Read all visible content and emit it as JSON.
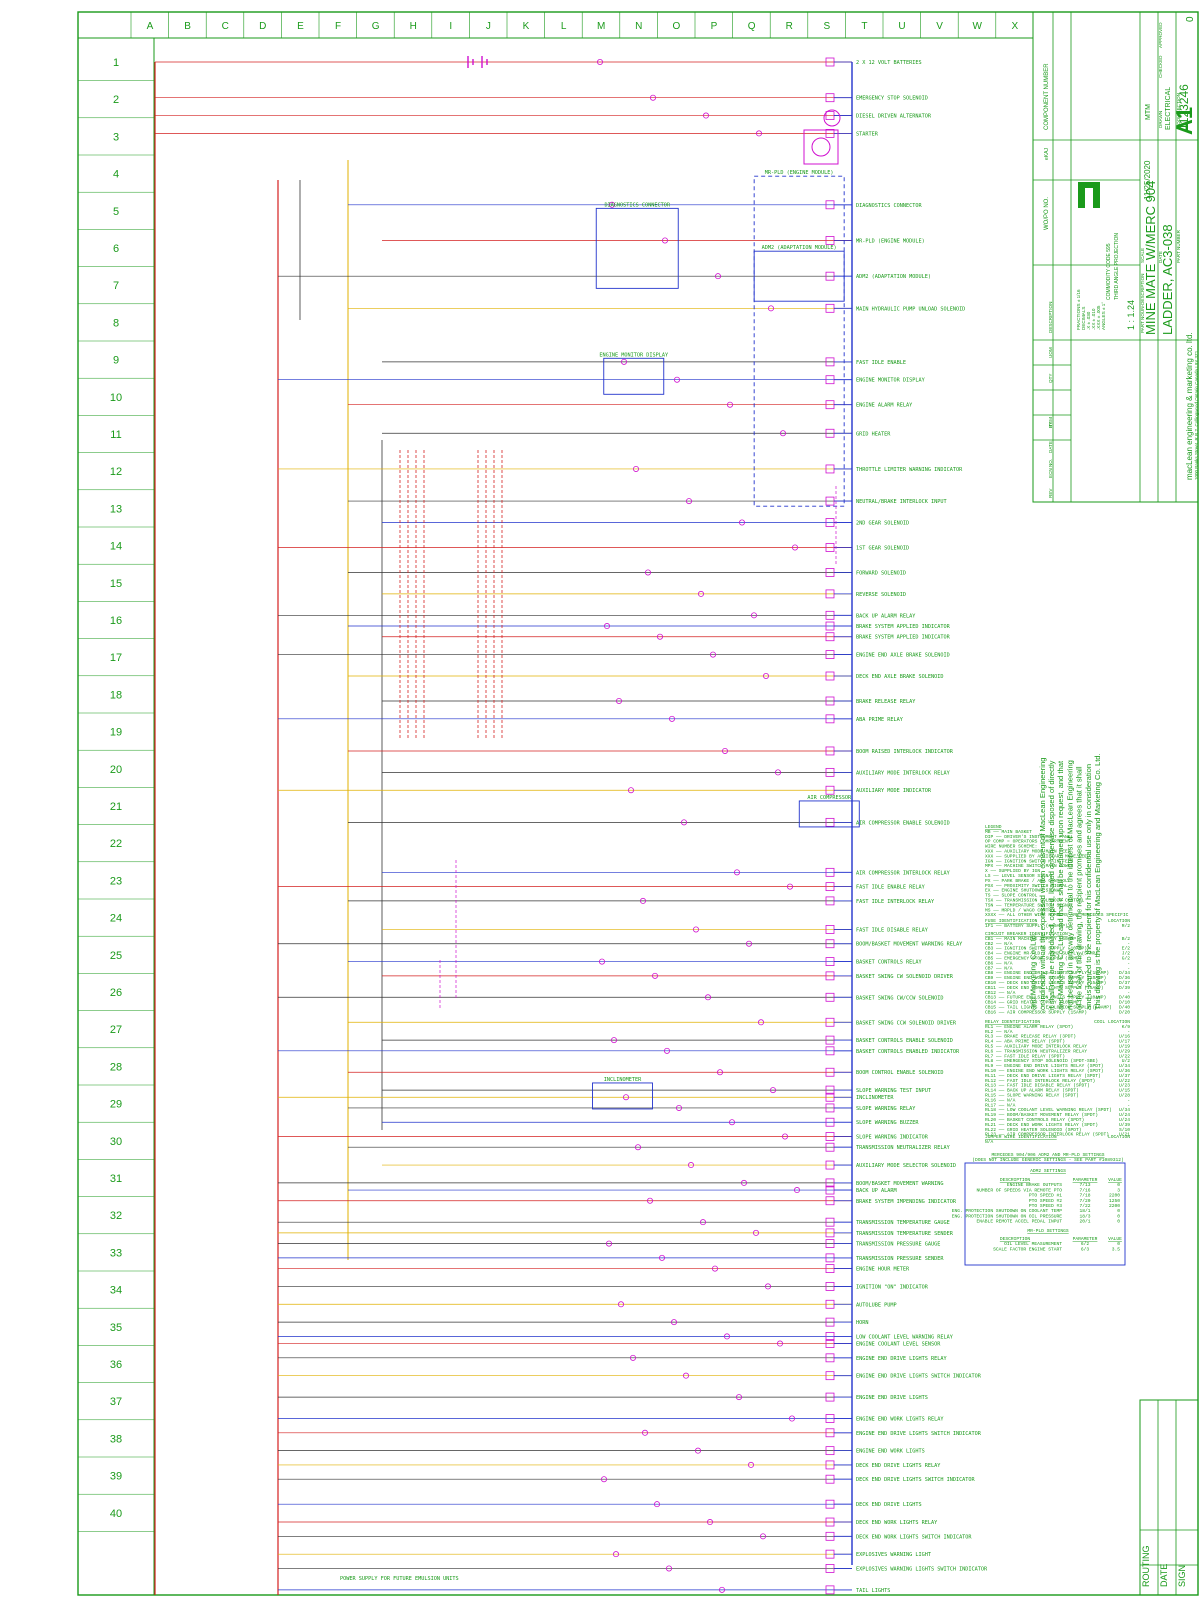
{
  "drawing": {
    "title_line1": "LADDER, AC3-038",
    "title_line2": "MINE MATE W/MERC 904",
    "company_line1": "macLean engineering & marketing co. ltd.",
    "company_line2": "1000 Banks Street, R.R.2, Collingwood Ontario Canada L9Y 3Z1",
    "size": "A1",
    "scale": "1 : 1.24",
    "date": "11/25/2020",
    "part_number": "1123246",
    "revision": "0",
    "drawn_by": "MTM",
    "book_section": "ELECTRICAL",
    "wo_po_label": "WO/PO NO.",
    "wo_po_value": "eKAJ",
    "component_number_label": "COMPONENT NUMBER",
    "commodity_code": "COMMODITY CODE 595",
    "projection": "THIRD ANGLE PROJECTION",
    "tolerances": [
      "FRACTIONS ± 1/16",
      "DECIMALS",
      ".X  ± .030",
      ".XX ± .010",
      ".XXX ± .005",
      "ANGLES ± 1°"
    ],
    "title_block_labels": [
      "ITEM",
      "QTY",
      "UOM",
      "DESCRIPTION",
      "PART NOUN-DESCRIPTION",
      "SCALE",
      "DATE",
      "PART NUMBER",
      "BOOK SECTION",
      "DRAWN",
      "CHECKED",
      "APPROVED",
      "REV",
      "ECN NO.",
      "DATE",
      "BY"
    ],
    "bottom_labels": [
      "ROUTING",
      "DATE",
      "SIGN"
    ],
    "confidential_notice": [
      "This drawing is the property of MacLean Engineering and Marketing Co. Ltd.",
      "and is loaned to the recipient for his confidential use only in consideration",
      "of the loan of this drawing, the recipient promises and agrees that it shall",
      "not be used in any way detrimental to the interest of MacLean Engineering",
      "and Marketing Co. Ltd. and that it shall be returned upon request, and that",
      "it shall not be reproduced, copied, loaned or otherwise disposed of directly",
      "or indirectly without the expressed written consent of MacLean Engineering",
      "and Marketing Co. Ltd."
    ]
  },
  "grid": {
    "columns": [
      "A",
      "B",
      "C",
      "D",
      "E",
      "F",
      "G",
      "H",
      "I",
      "J",
      "K",
      "L",
      "M",
      "N",
      "O",
      "P",
      "Q",
      "R",
      "S",
      "T",
      "U",
      "V",
      "W",
      "X"
    ],
    "rows": [
      "1",
      "2",
      "3",
      "4",
      "5",
      "6",
      "7",
      "8",
      "9",
      "10",
      "11",
      "12",
      "13",
      "14",
      "15",
      "16",
      "17",
      "18",
      "19",
      "20",
      "21",
      "22",
      "23",
      "24",
      "25",
      "26",
      "27",
      "28",
      "29",
      "30",
      "31",
      "32",
      "33",
      "34",
      "35",
      "36",
      "37",
      "38",
      "39",
      "40"
    ]
  },
  "rung_labels": [
    {
      "row": 1,
      "label": "2 X 12 VOLT BATTERIES"
    },
    {
      "row": 2,
      "label": "EMERGENCY STOP SOLENOID"
    },
    {
      "row": 2.5,
      "label": "DIESEL DRIVEN ALTERNATOR"
    },
    {
      "row": 3,
      "label": "STARTER"
    },
    {
      "row": 5,
      "label": "DIAGNOSTICS CONNECTOR"
    },
    {
      "row": 6,
      "label": "MR-PLD (ENGINE MODULE)"
    },
    {
      "row": 7,
      "label": "ADM2 (ADAPTATION MODULE)"
    },
    {
      "row": 7.9,
      "label": "MAIN HYDRAULIC PUMP UNLOAD SOLENOID"
    },
    {
      "row": 9.4,
      "label": "FAST IDLE ENABLE"
    },
    {
      "row": 9.9,
      "label": "ENGINE MONITOR DISPLAY"
    },
    {
      "row": 10.6,
      "label": "ENGINE ALARM RELAY"
    },
    {
      "row": 11.4,
      "label": "GRID HEATER"
    },
    {
      "row": 12.4,
      "label": "THROTTLE LIMITER WARNING INDICATOR"
    },
    {
      "row": 13.3,
      "label": "NEUTRAL/BRAKE INTERLOCK INPUT"
    },
    {
      "row": 13.9,
      "label": "2ND GEAR SOLENOID"
    },
    {
      "row": 14.6,
      "label": "1ST GEAR SOLENOID"
    },
    {
      "row": 15.3,
      "label": "FORWARD SOLENOID"
    },
    {
      "row": 15.9,
      "label": "REVERSE SOLENOID"
    },
    {
      "row": 16.5,
      "label": "BACK UP ALARM RELAY"
    },
    {
      "row": 16.8,
      "label": "BRAKE SYSTEM APPLIED INDICATOR"
    },
    {
      "row": 17.1,
      "label": "BRAKE SYSTEM APPLIED INDICATOR"
    },
    {
      "row": 17.6,
      "label": "ENGINE END AXLE BRAKE SOLENOID"
    },
    {
      "row": 18.2,
      "label": "DECK END AXLE BRAKE SOLENOID"
    },
    {
      "row": 18.9,
      "label": "BRAKE RELEASE RELAY"
    },
    {
      "row": 19.4,
      "label": "ABA PRIME RELAY"
    },
    {
      "row": 20.3,
      "label": "BOOM RAISED INTERLOCK INDICATOR"
    },
    {
      "row": 20.9,
      "label": "AUXILIARY MODE INTERLOCK RELAY"
    },
    {
      "row": 21.4,
      "label": "AUXILIARY MODE INDICATOR"
    },
    {
      "row": 22.3,
      "label": "AIR COMPRESSOR ENABLE SOLENOID"
    },
    {
      "row": 23.7,
      "label": "AIR COMPRESSOR INTERLOCK RELAY"
    },
    {
      "row": 24.1,
      "label": "FAST IDLE ENABLE RELAY"
    },
    {
      "row": 24.5,
      "label": "FAST IDLE INTERLOCK RELAY"
    },
    {
      "row": 25.3,
      "label": "FAST IDLE DISABLE RELAY"
    },
    {
      "row": 25.7,
      "label": "BOOM/BASKET MOVEMENT WARNING RELAY"
    },
    {
      "row": 26.2,
      "label": "BASKET CONTROLS RELAY"
    },
    {
      "row": 26.6,
      "label": "BASKET SWING CW SOLENOID DRIVER"
    },
    {
      "row": 27.2,
      "label": "BASKET SWING CW/CCW SOLENOID"
    },
    {
      "row": 27.9,
      "label": "BASKET SWING CCW SOLENOID DRIVER"
    },
    {
      "row": 28.4,
      "label": "BASKET CONTROLS ENABLE SOLENOID"
    },
    {
      "row": 28.7,
      "label": "BASKET CONTROLS ENABLED INDICATOR"
    },
    {
      "row": 29.3,
      "label": "BOOM CONTROL ENABLE SOLENOID"
    },
    {
      "row": 29.8,
      "label": "SLOPE WARNING TEST INPUT"
    },
    {
      "row": 30.0,
      "label": "INCLINOMETER"
    },
    {
      "row": 30.3,
      "label": "SLOPE WARNING RELAY"
    },
    {
      "row": 30.7,
      "label": "SLOPE WARNING BUZZER"
    },
    {
      "row": 31.1,
      "label": "SLOPE WARNING INDICATOR"
    },
    {
      "row": 31.4,
      "label": "TRANSMISSION NEUTRALIZER RELAY"
    },
    {
      "row": 31.9,
      "label": "AUXILIARY MODE SELECTOR SOLENOID"
    },
    {
      "row": 32.4,
      "label": "BOOM/BASKET MOVEMENT WARNING"
    },
    {
      "row": 32.6,
      "label": "BACK UP ALARM"
    },
    {
      "row": 32.9,
      "label": "BRAKE SYSTEM IMPENDING INDICATOR"
    },
    {
      "row": 33.5,
      "label": "TRANSMISSION TEMPERATURE GAUGE"
    },
    {
      "row": 33.8,
      "label": "TRANSMISSION TEMPERATURE SENDER"
    },
    {
      "row": 34.1,
      "label": "TRANSMISSION PRESSURE GAUGE"
    },
    {
      "row": 34.5,
      "label": "TRANSMISSION PRESSURE SENDER"
    },
    {
      "row": 34.8,
      "label": "ENGINE HOUR METER"
    },
    {
      "row": 35.3,
      "label": "IGNITION \"ON\" INDICATOR"
    },
    {
      "row": 35.8,
      "label": "AUTOLUBE PUMP"
    },
    {
      "row": 36.3,
      "label": "HORN"
    },
    {
      "row": 36.7,
      "label": "LOW COOLANT LEVEL WARNING RELAY"
    },
    {
      "row": 36.9,
      "label": "ENGINE COOLANT LEVEL SENSOR"
    },
    {
      "row": 37.3,
      "label": "ENGINE END DRIVE LIGHTS RELAY"
    },
    {
      "row": 37.8,
      "label": "ENGINE END DRIVE LIGHTS SWITCH INDICATOR"
    },
    {
      "row": 38.4,
      "label": "ENGINE END DRIVE LIGHTS"
    },
    {
      "row": 39.0,
      "label": "ENGINE END WORK LIGHTS RELAY"
    },
    {
      "row": 39.4,
      "label": "ENGINE END DRIVE LIGHTS SWITCH INDICATOR"
    },
    {
      "row": 39.9,
      "label": "ENGINE END WORK LIGHTS"
    },
    {
      "row": 40.3,
      "label": "DECK END DRIVE LIGHTS RELAY"
    },
    {
      "row": 40.7,
      "label": "DECK END DRIVE LIGHTS SWITCH INDICATOR"
    },
    {
      "row": 41.4,
      "label": "DECK END DRIVE LIGHTS"
    },
    {
      "row": 41.9,
      "label": "DECK END WORK LIGHTS RELAY"
    },
    {
      "row": 42.3,
      "label": "DECK END WORK LIGHTS SWITCH INDICATOR"
    },
    {
      "row": 42.8,
      "label": "EXPLOSIVES WARNING LIGHT"
    },
    {
      "row": 43.2,
      "label": "EXPLOSIVES WARNING LIGHTS SWITCH INDICATOR"
    },
    {
      "row": 43.8,
      "label": "TAIL LIGHTS"
    }
  ],
  "modules": [
    {
      "name": "MR-PLD (ENGINE MODULE)",
      "col": 16.6,
      "row": 4.2,
      "w": 90,
      "h": 330,
      "dashed": true
    },
    {
      "name": "DIAGNOSTICS CONNECTOR",
      "col": 12.4,
      "row": 5.1,
      "w": 82,
      "h": 80,
      "dashed": false
    },
    {
      "name": "ADM2 (ADAPTATION MODULE)",
      "col": 16.6,
      "row": 6.3,
      "w": 90,
      "h": 50,
      "dashed": false
    },
    {
      "name": "ENGINE MONITOR DISPLAY",
      "col": 12.6,
      "row": 9.3,
      "w": 60,
      "h": 36,
      "dashed": false
    },
    {
      "name": "AIR COMPRESSOR",
      "col": 17.8,
      "row": 21.7,
      "w": 60,
      "h": 26,
      "dashed": false
    },
    {
      "name": "INCLINOMETER",
      "col": 12.3,
      "row": 29.6,
      "w": 60,
      "h": 26,
      "dashed": false
    }
  ],
  "legend": {
    "title": "LEGEND",
    "items": [
      "MB —— MAIN BASKET",
      "DIP —— DRIVER'S INSTRUMENT PANEL",
      "OP COMP = OPERATORS COMPARTMENT",
      "WIRE NUMBER SCHEME:",
      "XXX —— AUXILIARY MODE MAIN FEED",
      "XXX —— SUPPLIED BY AUXILIARY MODE FEED",
      "IGN —— IGNITION SWITCH MAIN FEED",
      "MPX —— MACHINE SWITCH MAIN POWER",
      "X —— SUPPLIED BY IGN",
      "LS —— LEVEL SENSOR SIGNAL",
      "PX —— PARK BRAKE / ABA CONTROL",
      "PSX —— PROXIMITY SWITCH SIGNAL",
      "EX —— ENGINE SHUTDOWN SIGNAL",
      "TS —— SLOPE CONTROL",
      "TSX —— TRANSMISSION SOLENOID CONTROL",
      "TSN —— TEMPERATURE SWITCH SIGNAL",
      "MS —— MRPLD / WAGO CONTROL",
      "XXXX —— ALL OTHER WIRE NUMBERS ARE MERCEDES SPECIFIC"
    ]
  },
  "fuse_table": {
    "title": "FUSE IDENTIFICATION",
    "location_header": "LOCATION",
    "rows": [
      [
        "1F1 —— BATTERY SUPPLY (300AMP)",
        "R/2"
      ]
    ]
  },
  "breaker_table": {
    "title": "CIRCUIT BREAKER IDENTIFICATION",
    "rows": [
      [
        "CB1 —— MAIN MACHINE SUPPLY (50AMP)",
        "B/2"
      ],
      [
        "CB2 —— N/A",
        "-"
      ],
      [
        "CB3 —— IGNITION SWITCH SUPPLY (10AMP)",
        "E/2"
      ],
      [
        "CB4 —— ENGINE MR-PLD / ADM2 SUPPLY (5AMP)",
        "J/2"
      ],
      [
        "CB5 —— EMERGENCY STOP SUPPLY (2AMP)",
        "G/2"
      ],
      [
        "CB6 —— N/A",
        "-"
      ],
      [
        "CB7 —— N/A",
        "-"
      ],
      [
        "CB8 —— ENGINE END DRIVE LIGHTS SUPPLY (15AMP)",
        "D/34"
      ],
      [
        "CB9 —— ENGINE END WORK LIGHTS SUPPLY (15AMP)",
        "D/36"
      ],
      [
        "CB10 —— DECK END DRIVE LIGHTS SUPPLY (15AMP)",
        "D/37"
      ],
      [
        "CB11 —— DECK END WORK LIGHTS SUPPLY (15AMP)",
        "D/39"
      ],
      [
        "CB12 —— N/A",
        "-"
      ],
      [
        "CB13 —— FUTURE EMULSION UNITS SUPPLY (10AMP)",
        "D/40"
      ],
      [
        "CB14 —— GRID HEATER SUPPLY (100AMP)",
        "D/10"
      ],
      [
        "CB15 —— TAIL LIGHTS / EXPLOSION SUPPLY (10AMP)",
        "D/40"
      ],
      [
        "CB16 —— AIR COMPRESSOR SUPPLY (15AMP)",
        "D/20"
      ]
    ]
  },
  "relay_table": {
    "title": "RELAY IDENTIFICATION",
    "location_header": "COIL LOCATION",
    "rows": [
      [
        "RL1 —— ENGINE ALARM RELAY (SPDT)",
        "K/9"
      ],
      [
        "RL2 —— N/A",
        "-"
      ],
      [
        "RL3 —— BRAKE RELEASE RELAY (3PDT)",
        "U/16"
      ],
      [
        "RL4 —— ABA PRIME RELAY (SPDT)",
        "U/17"
      ],
      [
        "RL5 —— AUXILIARY MODE INTERLOCK RELAY",
        "U/19"
      ],
      [
        "RL6 —— TRANSMISSION NEUTRALIZER RELAY",
        "U/29"
      ],
      [
        "RL7 —— FAST IDLE RELAY (SPDT)",
        "U/22"
      ],
      [
        "RL8 —— EMERGENCY STOP SOLENOID (SPDT-SBE)",
        "U/2"
      ],
      [
        "RL9 —— ENGINE END DRIVE LIGHTS RELAY (SPDT)",
        "U/34"
      ],
      [
        "RL10 —— ENGINE END WORK LIGHTS RELAY (SPDT)",
        "U/36"
      ],
      [
        "RL11 —— DECK END DRIVE LIGHTS RELAY (SPDT)",
        "U/37"
      ],
      [
        "RL12 —— FAST IDLE INTERLOCK RELAY (SPDT)",
        "U/22"
      ],
      [
        "RL13 —— FAST IDLE DISABLE RELAY (SPDT)",
        "U/23"
      ],
      [
        "RL14 —— BACK UP ALARM RELAY (SPDT)",
        "U/15"
      ],
      [
        "RL15 —— SLOPE WARNING RELAY (SPDT)",
        "U/28"
      ],
      [
        "RL16 —— N/A",
        "-"
      ],
      [
        "RL17 —— N/A",
        "-"
      ],
      [
        "RL18 —— LOW COOLANT LEVEL WARNING RELAY (SPDT)",
        "U/34"
      ],
      [
        "RL19 —— BOOM/BASKET MOVEMENT RELAY (SPDT)",
        "U/24"
      ],
      [
        "RL20 —— BASKET CONTROLS RELAY (SPDT)",
        "U/24"
      ],
      [
        "RL21 —— DECK END WORK LIGHTS RELAY (SPDT)",
        "U/39"
      ],
      [
        "RL22 —— GRID HEATER SOLENOID (SPDT)",
        "S/10"
      ],
      [
        "RL23 —— AIR COMPRESSOR INTERLOCK RELAY (SPDT)",
        "U/21"
      ]
    ]
  },
  "jumper_table": {
    "title": "JUMPER WIRE IDENTIFICATION",
    "location_header": "LOCATION",
    "rows": [
      [
        "N/A",
        ""
      ]
    ]
  },
  "mercedes_settings": {
    "title": "MERCEDES 904/906 ADM2 AND MR-PLD SETTINGS",
    "subtitle": "(DOES NOT INCLUDE GENERIC SETTINGS - SEE PART #1089312)",
    "adm2_title": "ADM2 SETTINGS",
    "adm2_headers": [
      "DESCRIPTION",
      "PARAMETER",
      "VALUE"
    ],
    "adm2_rows": [
      [
        "ENGINE BRAKE OUTPUTS",
        "7/13",
        "0"
      ],
      [
        "NUMBER OF SPEEDS VIA REMOTE PTO",
        "7/16",
        "3"
      ],
      [
        "PTO SPEED #1",
        "7/18",
        "2200"
      ],
      [
        "PTO SPEED #2",
        "7/20",
        "1250"
      ],
      [
        "PTO SPEED #3",
        "7/22",
        "2200"
      ],
      [
        "ENG. PROTECTION SHUTDOWN ON COOLANT TEMP",
        "18/1",
        "0"
      ],
      [
        "ENG. PROTECTION SHUTDOWN ON OIL PRESSURE",
        "18/3",
        "0"
      ],
      [
        "ENABLE REMOTE ACCEL PEDAL INPUT",
        "20/1",
        "0"
      ]
    ],
    "mrpld_title": "MR-PLD SETTINGS",
    "mrpld_headers": [
      "DESCRIPTION",
      "PARAMETER",
      "VALUE"
    ],
    "mrpld_rows": [
      [
        "OIL LEVEL MEASUREMENT",
        "6/2",
        "0"
      ],
      [
        "SCALE FACTOR ENGINE START",
        "6/3",
        "3.5"
      ]
    ]
  },
  "colors": {
    "frame": "#1a9a1a",
    "positive_rail": "#d42020",
    "negative_rail": "#2233cc",
    "ground": "#2233cc",
    "aux_feed": "#e0b000",
    "component": "#d010d0",
    "wire_dark": "#333333",
    "cyan_wire": "#19b8c8"
  }
}
